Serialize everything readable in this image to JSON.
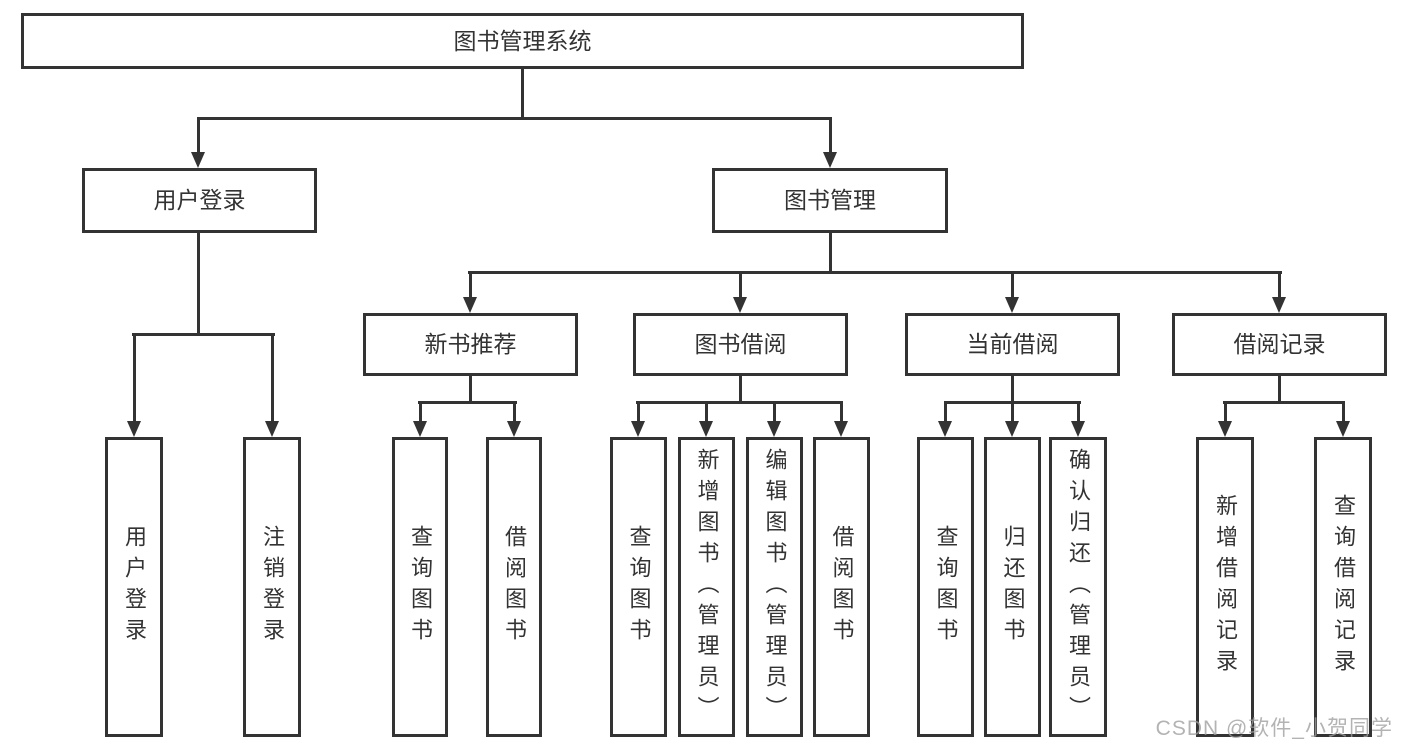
{
  "diagram": {
    "type": "org-tree",
    "root": {
      "label": "图书管理系统"
    },
    "level2": [
      {
        "label": "用户登录",
        "children": [
          {
            "label": "用户登录"
          },
          {
            "label": "注销登录"
          }
        ]
      },
      {
        "label": "图书管理",
        "children": [
          {
            "label": "新书推荐",
            "children": [
              {
                "label": "查询图书"
              },
              {
                "label": "借阅图书"
              }
            ]
          },
          {
            "label": "图书借阅",
            "children": [
              {
                "label": "查询图书"
              },
              {
                "label": "新增图书（管理员）"
              },
              {
                "label": "编辑图书（管理员）"
              },
              {
                "label": "借阅图书"
              }
            ]
          },
          {
            "label": "当前借阅",
            "children": [
              {
                "label": "查询图书"
              },
              {
                "label": "归还图书"
              },
              {
                "label": "确认归还（管理员）"
              }
            ]
          },
          {
            "label": "借阅记录",
            "children": [
              {
                "label": "新增借阅记录"
              },
              {
                "label": "查询借阅记录"
              }
            ]
          }
        ]
      }
    ]
  },
  "watermark": {
    "text": "CSDN @软件_小贺同学"
  },
  "colors": {
    "line": "#333333",
    "text": "#333333",
    "box_background": "#ffffff",
    "page_background": "#ffffff",
    "watermark": "#9e9e9e"
  }
}
